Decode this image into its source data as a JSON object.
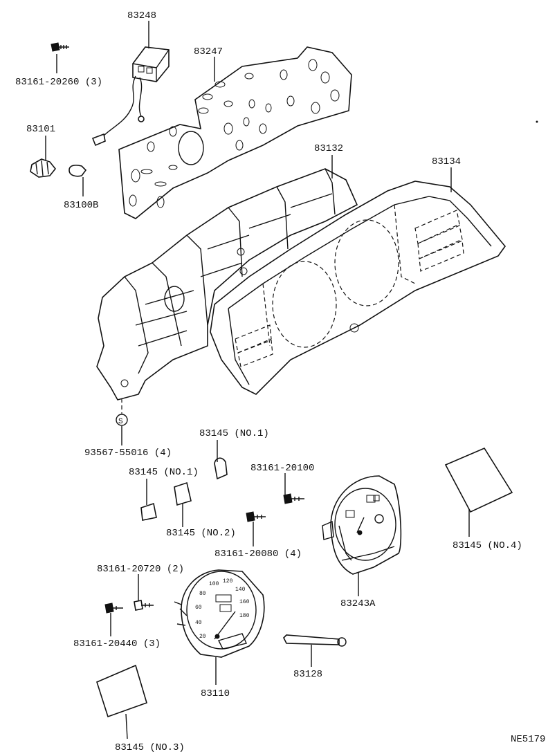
{
  "labels": {
    "p83248": "83248",
    "p83161_20260": "83161-20260 (3)",
    "p83247": "83247",
    "p83101": "83101",
    "p83100B": "83100B",
    "p83132": "83132",
    "p83134": "83134",
    "p93567": "93567-55016 (4)",
    "p83145_no1_a": "83145 (NO.1)",
    "p83145_no1_b": "83145 (NO.1)",
    "p83161_20100": "83161-20100",
    "p83145_no2": "83145 (NO.2)",
    "p83161_20080": "83161-20080 (4)",
    "p83145_no4": "83145 (NO.4)",
    "p83243A": "83243A",
    "p83161_20720": "83161-20720 (2)",
    "p83161_20440": "83161-20440 (3)",
    "p83128": "83128",
    "p83110": "83110",
    "p83145_no3": "83145 (NO.3)",
    "ref": "NE5179"
  },
  "gauge_marks": {
    "speedo": [
      "20",
      "40",
      "60",
      "80",
      "100",
      "120",
      "140",
      "160",
      "180"
    ],
    "screw_marker": "S"
  }
}
